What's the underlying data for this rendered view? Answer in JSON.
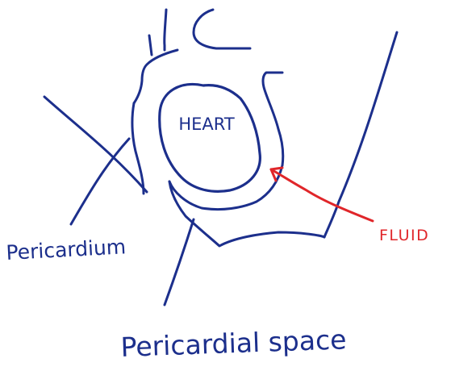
{
  "labels": {
    "heart": "HEART",
    "fluid": "FLUID",
    "pericardium": "Pericardium",
    "pericardial_space": "Pericardial space"
  },
  "colors": {
    "ink": "#1c2f8c",
    "accent": "#e0262a",
    "background": "#ffffff"
  }
}
